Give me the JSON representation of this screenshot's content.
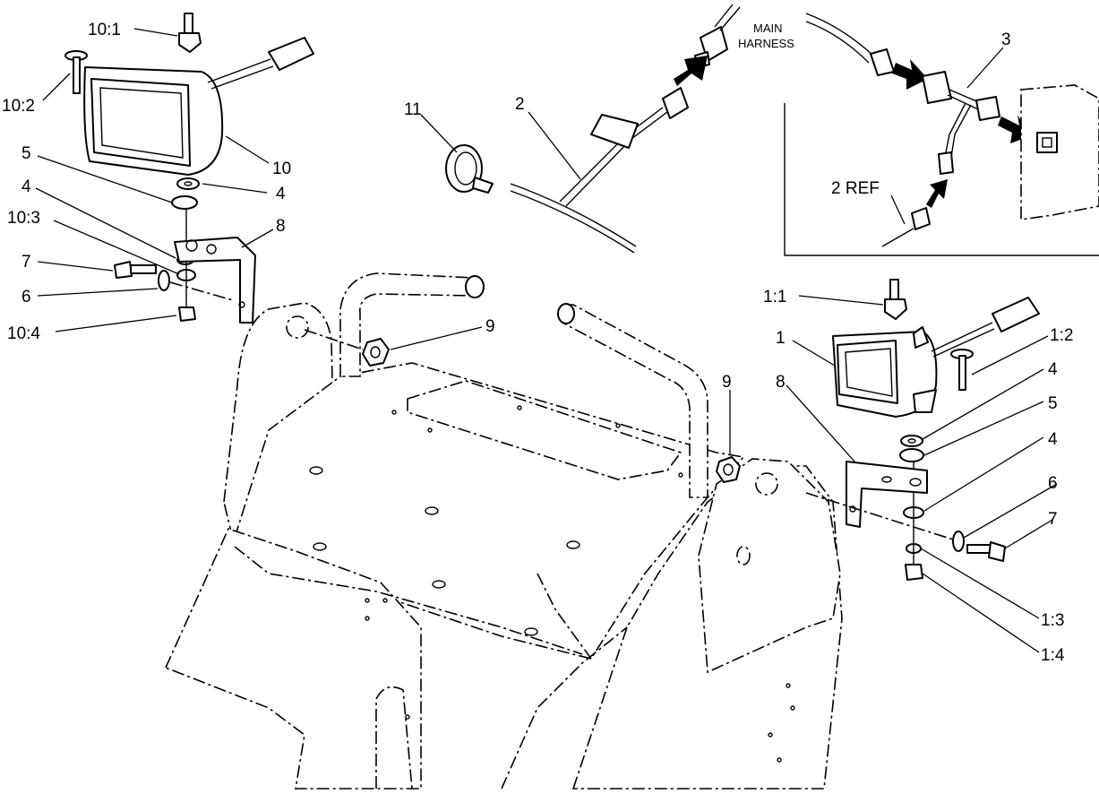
{
  "callouts": {
    "p10_1": "10:1",
    "p10_2": "10:2",
    "p10": "10",
    "p5_left": "5",
    "p4_left_a": "4",
    "p4_left_b": "4",
    "p10_3": "10:3",
    "p8_left": "8",
    "p7_left": "7",
    "p6_left": "6",
    "p10_4": "10:4",
    "p11": "11",
    "p2": "2",
    "p9_left": "9",
    "p9_right": "9",
    "main_harness_line1": "MAIN",
    "main_harness_line2": "HARNESS",
    "p3": "3",
    "p2_ref": "2 REF",
    "p1_1": "1:1",
    "p1": "1",
    "p1_2": "1:2",
    "p4_right_a": "4",
    "p5_right": "5",
    "p8_right": "8",
    "p4_right_b": "4",
    "p6_right": "6",
    "p7_right": "7",
    "p1_3": "1:3",
    "p1_4": "1:4"
  }
}
